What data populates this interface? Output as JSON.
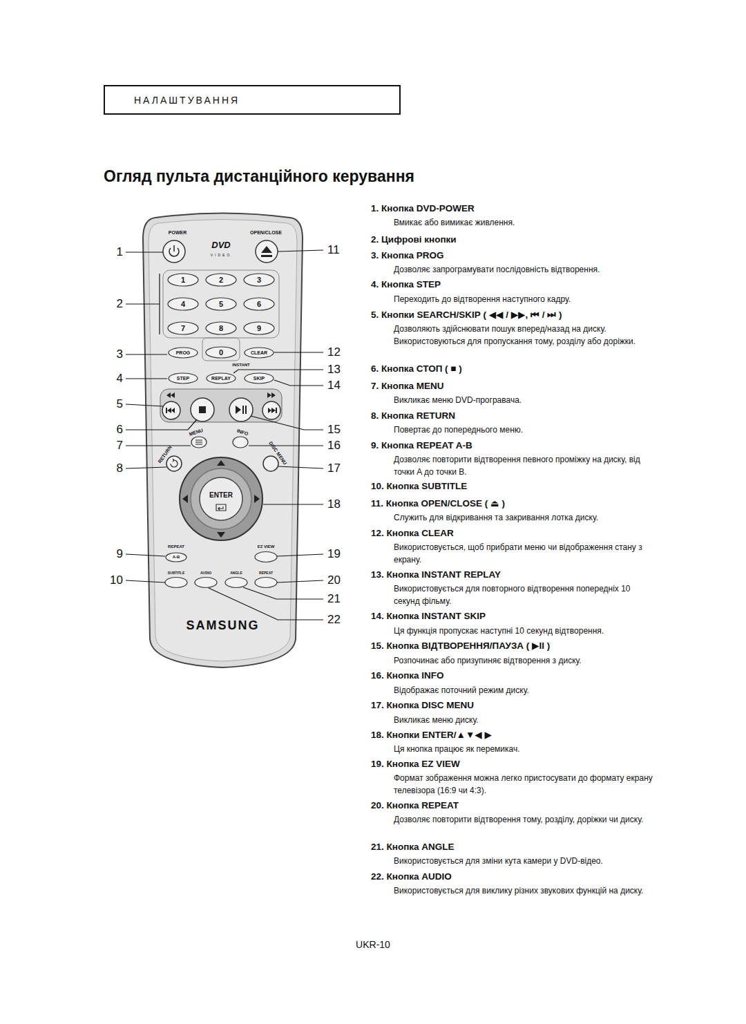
{
  "diagram": {
    "title": "Огляд пульта дистанційного керування",
    "nodes": [
      {
        "text": [
          "НАЛАШТУВАННЯ"
        ]
      },
      {
        "text": [
          "SAMSUNG"
        ]
      },
      {
        "text": [
          "1"
        ],
        "in": 1
      },
      {
        "text": [
          "2"
        ],
        "in": 1
      },
      {
        "text": [
          "3"
        ],
        "in": 1
      },
      {
        "text": [
          "4"
        ],
        "in": 1
      },
      {
        "text": [
          "5"
        ],
        "in": 1
      },
      {
        "text": [
          "6"
        ],
        "in": 1
      },
      {
        "text": [
          "7"
        ],
        "in": 1
      },
      {
        "text": [
          "8"
        ],
        "in": 1
      },
      {
        "text": [
          "9"
        ],
        "in": 1
      },
      {
        "text": [
          "PROG"
        ],
        "in": 1
      },
      {
        "text": [
          "0"
        ],
        "in": 1
      },
      {
        "text": [
          "CLEAR"
        ],
        "in": 1
      },
      {
        "text": [
          "STEP"
        ],
        "in": 1
      },
      {
        "text": [
          "REPLAY"
        ],
        "in": 1
      },
      {
        "text": [
          "SKIP"
        ],
        "in": 1
      },
      {
        "text": [
          "ENTER"
        ],
        "in": 1
      },
      {
        "text": [
          "A-B"
        ],
        "in": 1
      }
    ],
    "labels": [
      "1",
      "2",
      "3",
      "4",
      "5",
      "6",
      "7",
      "8",
      "9",
      "10",
      "11",
      "12",
      "13",
      "14",
      "15",
      "16",
      "17",
      "18",
      "19",
      "20",
      "21",
      "22",
      "POWER",
      "OPEN/CLOSE",
      "DVD",
      "VIDEO",
      "INSTANT",
      "MENU",
      "INFO",
      "RETURN",
      "DISC MENU",
      "REPEAT",
      "EZ VIEW",
      "SUBTITLE",
      "AUDIO",
      "ANGLE",
      "REPEAT",
      "1. Кнопка DVD-POWER",
      "Вмикає або вимикає живлення.",
      "2. Цифрові кнопки",
      "3. Кнопка PROG",
      "Дозволяє запрограмувати послідовність відтворення.",
      "4. Кнопка STEP",
      "Переходить до відтворення наступного кадру.",
      "5. Кнопки SEARCH/SKIP ( ◀◀ / ▶▶,  ⏮ / ⏭ )",
      "Дозволяють здійснювати пошук вперед/назад на диску. Використовуються для пропускання тому, розділу або доріжки.",
      "6. Кнопка СТОП ( ■ )",
      "7. Кнопка MENU",
      "Викликає меню DVD-програвача.",
      "8. Кнопка RETURN",
      "Повертає до попереднього меню.",
      "9. Кнопка REPEAT A-B",
      "Дозволяє повторити відтворення певного проміжку на диску, від точки A до точки B.",
      "10. Кнопка SUBTITLE",
      "11. Кнопка OPEN/CLOSE ( ⏏ )",
      "Служить для відкривання та закривання лотка диску.",
      "12. Кнопка CLEAR",
      "Використовується, щоб прибрати меню чи відображення стану з екрану.",
      "13. Кнопка INSTANT REPLAY",
      "Використовується для повторного відтворення попередніх 10 секунд фільму.",
      "14. Кнопка INSTANT SKIP",
      "Ця функція пропускає наступні 10 секунд відтворення.",
      "15. Кнопка ВІДТВОРЕННЯ/ПАУЗА ( ▶II )",
      "Розпочинає або призупиняє відтворення з диску.",
      "16. Кнопка INFO",
      "Відображає поточний режим диску.",
      "17. Кнопка DISC MENU",
      "Викликає меню диску.",
      "18. Кнопки ENTER/▲▼◀ ▶",
      "Ця кнопка працює як перемикач.",
      "19. Кнопка EZ VIEW",
      "Формат зображення можна легко пристосувати до формату екрану телевізора (16:9 чи 4:3).",
      "20. Кнопка REPEAT",
      "Дозволяє повторити відтворення тому, розділу, доріжки чи диску.",
      "21. Кнопка ANGLE",
      "Використовується для зміни кута камери у DVD-відео.",
      "22. Кнопка AUDIO",
      "Використовується для виклику різних звукових функцій на диску.",
      "UKR-10"
    ]
  }
}
